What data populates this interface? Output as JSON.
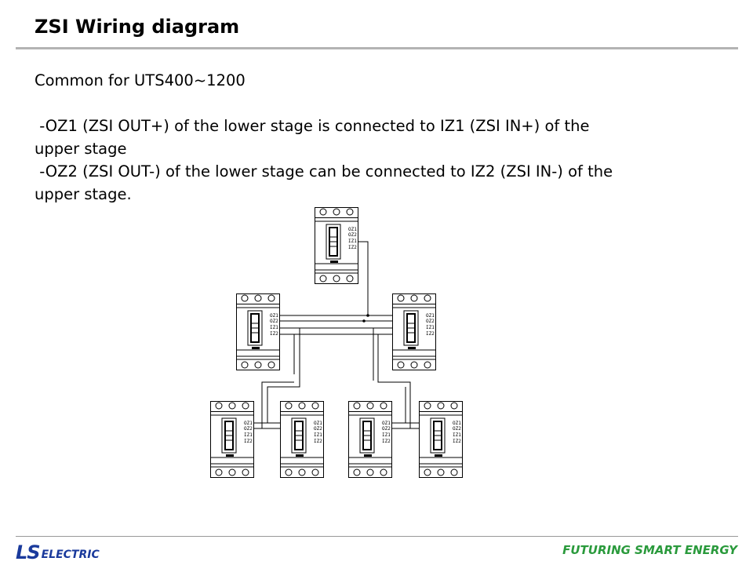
{
  "title": "ZSI Wiring diagram",
  "body": {
    "line1": "Common for UTS400~1200",
    "line2": " -OZ1 (ZSI OUT+) of the lower stage is connected to IZ1 (ZSI IN+) of the upper stage",
    "line3": " -OZ2 (ZSI OUT-) of the lower stage can be connected to IZ2 (ZSI IN-) of the upper stage."
  },
  "diagram": {
    "terminal_labels": [
      "OZ1",
      "OZ2",
      "IZ1",
      "IZ2"
    ]
  },
  "footer": {
    "logo_ls": "LS",
    "logo_electric": "ELECTRIC",
    "tagline": "FUTURING SMART ENERGY"
  },
  "colors": {
    "ls_blue": "#1a3a9c",
    "tagline_green": "#2a9a3c",
    "rule": "#b3b3b3"
  }
}
